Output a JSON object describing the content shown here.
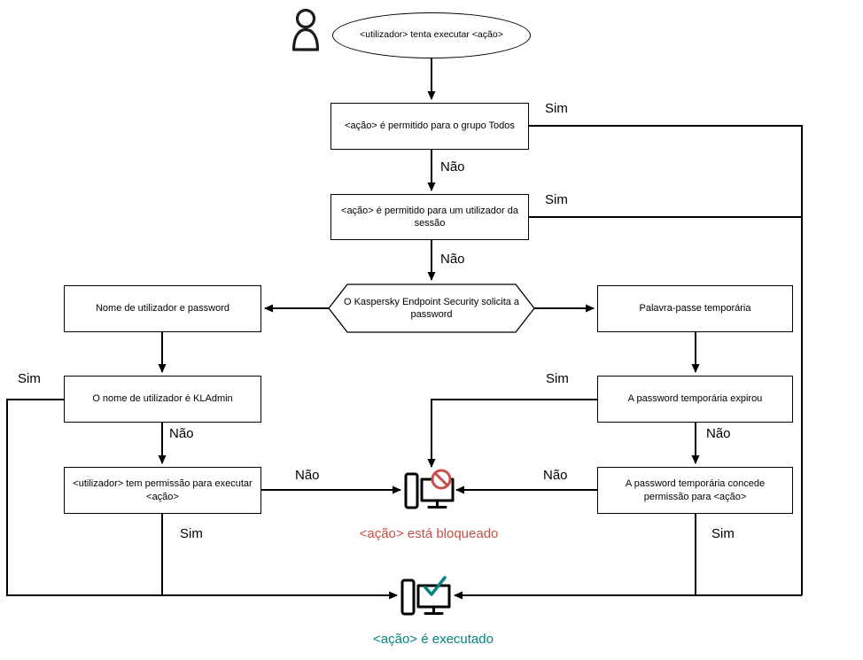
{
  "diagram": {
    "nodes": {
      "start": "<utilizador> tenta executar <ação>",
      "group_allowed": "<ação> é permitido para o grupo Todos",
      "session_allowed": "<ação> é permitido para um utilizador da sessão",
      "password_prompt": "O Kaspersky Endpoint Security solicita a password",
      "credentials": "Nome de utilizador e password",
      "kladmin_check": "O nome de utilizador é KLAdmin",
      "permission_check": "<utilizador> tem permissão para executar <ação>",
      "temp_password": "Palavra-passe temporária",
      "temp_expired": "A password temporária expirou",
      "temp_grants": "A password temporária concede permissão para <ação>",
      "blocked": "<ação> está bloqueado",
      "executed": "<ação> é executado"
    },
    "edges": {
      "group_allowed_yes": "Sim",
      "group_allowed_no": "Não",
      "session_allowed_yes": "Sim",
      "session_allowed_no": "Não",
      "kladmin_yes": "Sim",
      "kladmin_no": "Não",
      "permission_no": "Não",
      "permission_yes": "Sim",
      "expired_yes": "Sim",
      "expired_no": "Não",
      "grants_no": "Não",
      "grants_yes": "Sim"
    },
    "icons": {
      "user": "user-icon",
      "blocked": "computer-blocked-icon",
      "executed": "computer-executed-icon"
    },
    "colors": {
      "blocked_text": "#c75048",
      "executed_text": "#00847e",
      "line": "#000000",
      "background": "#ffffff"
    }
  }
}
